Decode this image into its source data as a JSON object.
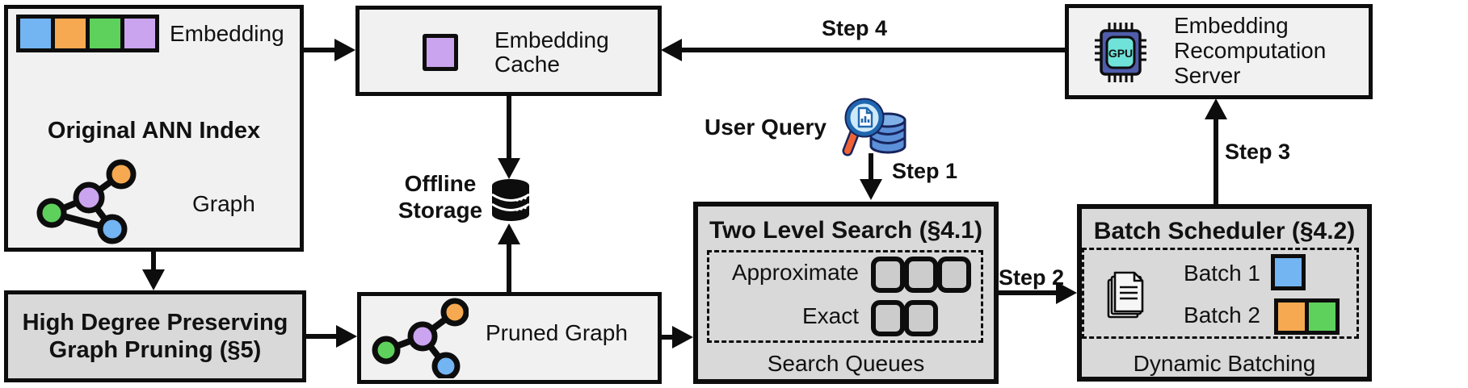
{
  "colors": {
    "line": "#0d0d0d",
    "box-light": "#f1f1f1",
    "box-gray": "#d9d9d9",
    "slot-fill": "#cccccc",
    "c-blue": "#73b4f2",
    "c-orange": "#f6a950",
    "c-green": "#5ed15c",
    "c-purple": "#cba4ef",
    "gpu-body": "#4f5dab",
    "gpu-core": "#6fe3da",
    "mag-rim": "#1f67b0",
    "mag-lens": "#cfe9f9",
    "mag-handle": "#f06234",
    "qdb-fill": "#5c90d9",
    "qdb-light": "#7fb1e8",
    "qdb-dark": "#16245c"
  },
  "ann_index": {
    "title": "Original ANN Index",
    "embedding_label": "Embedding",
    "graph_label": "Graph"
  },
  "embedding_cache": {
    "line1": "Embedding",
    "line2": "Cache"
  },
  "offline_storage": {
    "line1": "Offline",
    "line2": "Storage"
  },
  "user_query": {
    "label": "User Query"
  },
  "recomputation_server": {
    "line1": "Embedding",
    "line2": "Recomputation",
    "line3": "Server"
  },
  "high_degree_pruning": {
    "line1": "High Degree Preserving",
    "line2": "Graph Pruning (§5)"
  },
  "pruned_graph": {
    "label": "Pruned Graph"
  },
  "two_level_search": {
    "title": "Two Level Search (§4.1)",
    "row1_label": "Approximate",
    "row1_slots": 3,
    "row2_label": "Exact",
    "row2_slots": 2,
    "footer": "Search Queues"
  },
  "batch_scheduler": {
    "title": "Batch Scheduler (§4.2)",
    "batch1_label": "Batch 1",
    "batch1_colors": [
      "#73b4f2"
    ],
    "batch2_label": "Batch 2",
    "batch2_colors": [
      "#f6a950",
      "#5ed15c"
    ],
    "footer": "Dynamic Batching"
  },
  "steps": {
    "step1": "Step 1",
    "step2": "Step 2",
    "step3": "Step 3",
    "step4": "Step 4"
  },
  "gpu_icon": {
    "label": "GPU"
  },
  "icons": {
    "embedding-strip": "four colored vector cells: blue, orange, green, purple",
    "graph-icon": "4-node graph (orange, purple, green, blue nodes)",
    "pruned-graph-icon": "4-node tree graph (one edge removed)",
    "database-icon": "black cylinder stack (offline storage)",
    "magnifier-db-icon": "magnifying glass with document over blue database",
    "gpu-chip-icon": "navy chip with teal core labeled GPU",
    "documents-icon": "stack of outlined pages"
  }
}
